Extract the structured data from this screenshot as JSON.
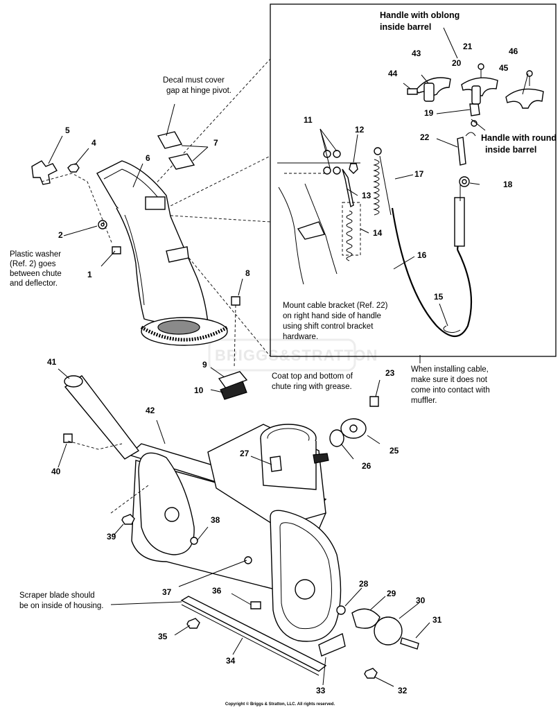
{
  "watermark": "BRIGGS&STRATTON",
  "notes": {
    "decal": [
      "Decal must cover",
      "gap at hinge pivot."
    ],
    "washer": [
      "Plastic washer",
      "(Ref. 2) goes",
      "between chute",
      "and deflector."
    ],
    "oblong": [
      "Handle with oblong",
      "inside barrel"
    ],
    "round": [
      "Handle with round",
      "inside barrel"
    ],
    "bracket": [
      "Mount cable bracket (Ref. 22)",
      "on right hand side of handle",
      "using shift control bracket",
      "hardware."
    ],
    "cable": [
      "When installing cable,",
      "make sure it does not",
      "come into contact with",
      "muffler."
    ],
    "grease": [
      "Coat top and bottom of",
      "chute ring with grease."
    ],
    "scraper": [
      "Scraper blade should",
      "be on inside of housing."
    ]
  },
  "part_numbers": {
    "p1": "1",
    "p2": "2",
    "p4": "4",
    "p5": "5",
    "p6": "6",
    "p7": "7",
    "p8": "8",
    "p9": "9",
    "p10": "10",
    "p11": "11",
    "p12": "12",
    "p13": "13",
    "p14": "14",
    "p15": "15",
    "p16": "16",
    "p17": "17",
    "p18": "18",
    "p19": "19",
    "p20": "20",
    "p21": "21",
    "p22": "22",
    "p23": "23",
    "p25": "25",
    "p26": "26",
    "p27": "27",
    "p28": "28",
    "p29": "29",
    "p30": "30",
    "p31": "31",
    "p32": "32",
    "p33": "33",
    "p34": "34",
    "p35": "35",
    "p36": "36",
    "p37": "37",
    "p38": "38",
    "p39": "39",
    "p40": "40",
    "p41": "41",
    "p42": "42",
    "p43": "43",
    "p44": "44",
    "p45": "45",
    "p46": "46"
  },
  "copyright": "Copyright © Briggs & Stratton, LLC. All rights reserved."
}
